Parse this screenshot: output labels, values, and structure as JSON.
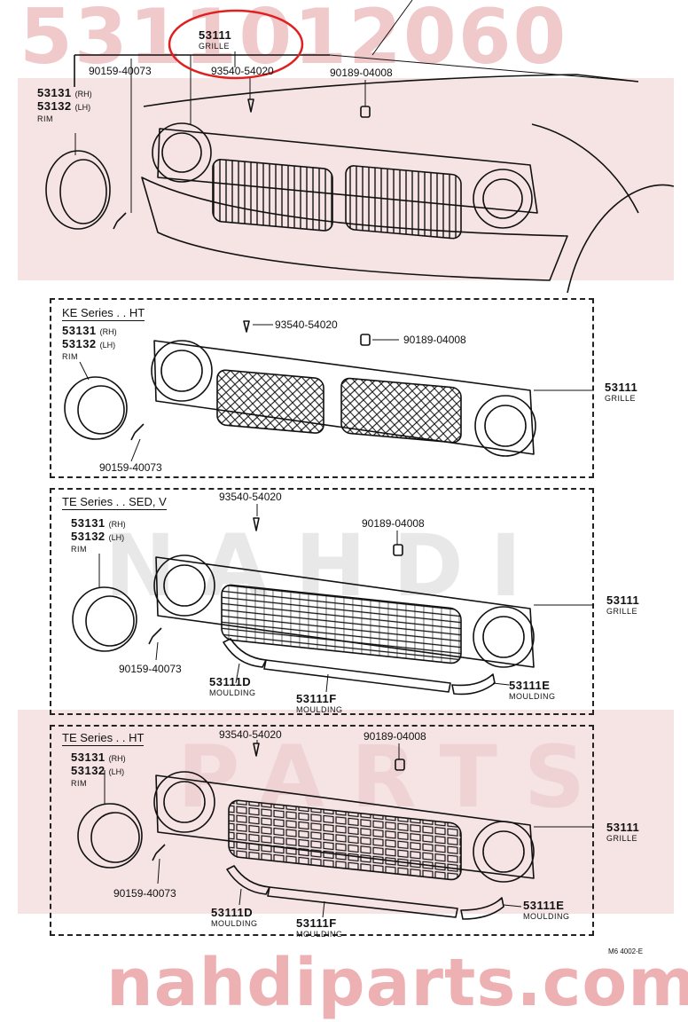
{
  "watermark": {
    "part_number": "5311012060",
    "site": "nahdiparts.com",
    "letters_mid": "NAHDI",
    "letters_low": "PARTS"
  },
  "parts": {
    "grille": {
      "number": "53111",
      "name": "GRILLE"
    },
    "rim_rh": {
      "number": "53131",
      "side": "(RH)"
    },
    "rim_lh": {
      "number": "53132",
      "side": "(LH)"
    },
    "rim_name": "RIM",
    "screw": "90159-40073",
    "clip": "93540-54020",
    "nut": "90189-04008",
    "moulding_d": {
      "number": "53111D",
      "name": "MOULDING"
    },
    "moulding_f": {
      "number": "53111F",
      "name": "MOULDING"
    },
    "moulding_e": {
      "number": "53111E",
      "name": "MOULDING"
    }
  },
  "panels": {
    "ke_ht": "KE Series . . HT",
    "te_sed": "TE Series . . SED, V",
    "te_ht": "TE Series . . HT"
  },
  "diagram_code": "M6 4002-E",
  "colors": {
    "highlight_circle": "#e02020",
    "watermark_red": "#f0c9cb",
    "line": "#111111"
  }
}
